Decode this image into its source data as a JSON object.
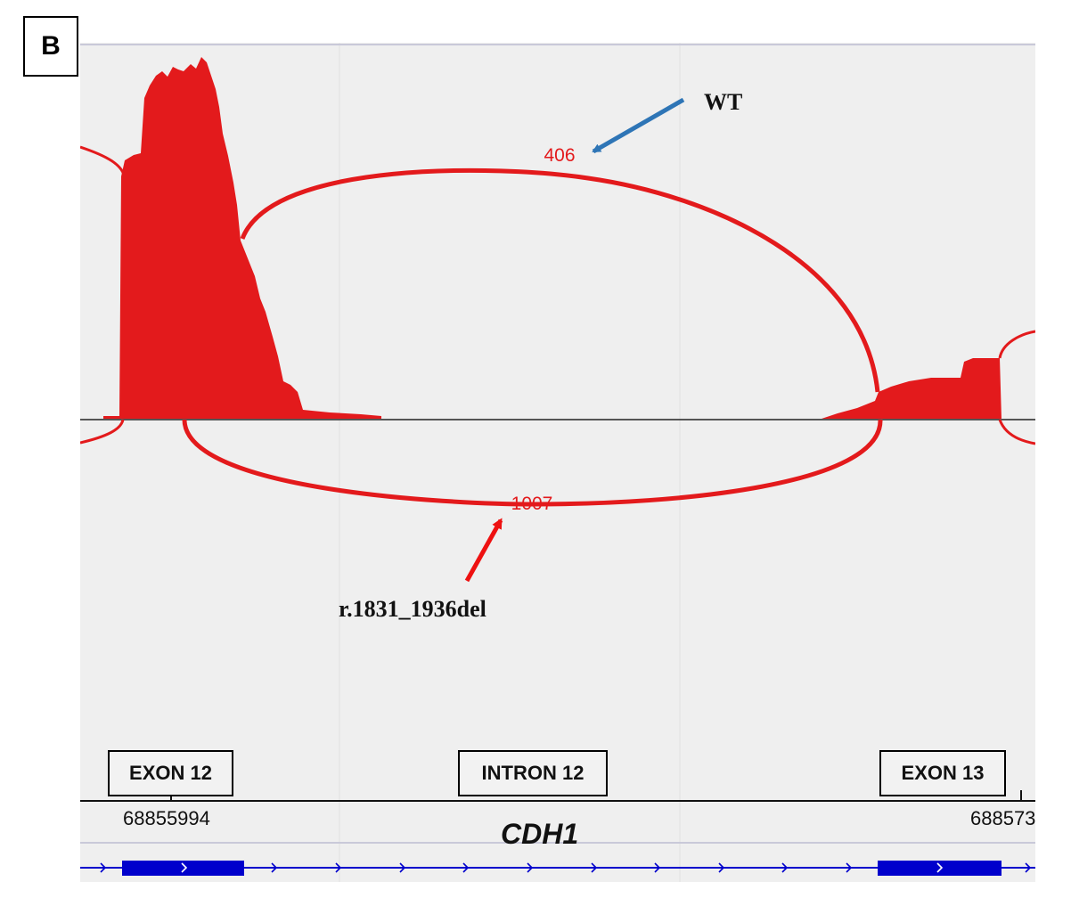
{
  "figure": {
    "panel_label": "B",
    "gene": "CDH1",
    "coordinates": {
      "left": "68855994",
      "right": "688573"
    },
    "regions": [
      {
        "label": "EXON 12"
      },
      {
        "label": "INTRON 12"
      },
      {
        "label": "EXON 13"
      }
    ],
    "junctions": [
      {
        "count": "406",
        "annotation": "WT"
      },
      {
        "count": "1007",
        "annotation": "r.1831_1936del"
      }
    ],
    "colors": {
      "coverage": "#e31a1c",
      "junction_arc": "#e31a1c",
      "gene_model": "#0000cc",
      "wt_arrow": "#2e75b6",
      "del_arrow": "#ee1111",
      "panel_bg": "#efefef"
    }
  }
}
